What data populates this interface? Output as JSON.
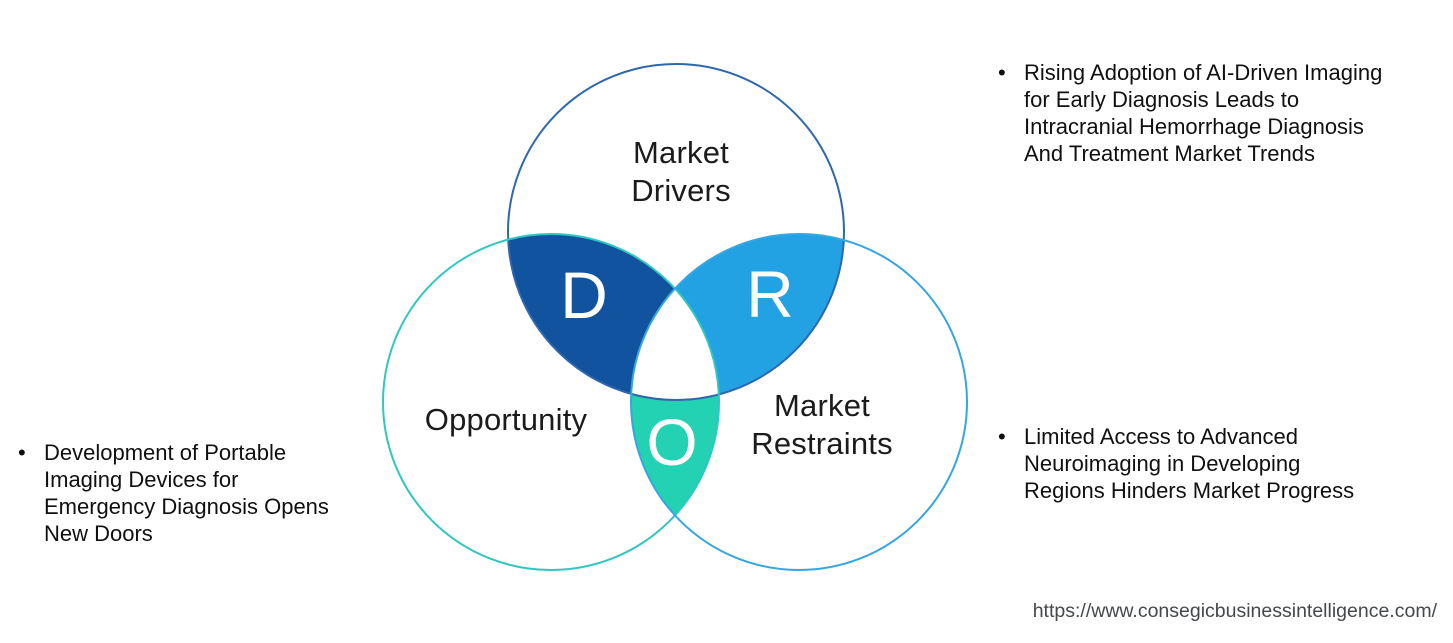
{
  "venn": {
    "letter_color": "#ffffff",
    "center_color": "#ffffff",
    "circles": [
      {
        "name": "market-drivers",
        "label_lines": [
          "Market",
          "Drivers"
        ],
        "stroke_color": "#2f67ad"
      },
      {
        "name": "opportunity",
        "label_lines": [
          "Opportunity"
        ],
        "stroke_color": "#2fc7bf"
      },
      {
        "name": "market-restraints",
        "label_lines": [
          "Market",
          "Restraints"
        ],
        "stroke_color": "#36a6e2"
      }
    ],
    "overlaps": [
      {
        "letter": "D",
        "color": "#12539f"
      },
      {
        "letter": "R",
        "color": "#23a2e3"
      },
      {
        "letter": "O",
        "color": "#23d2b2"
      }
    ]
  },
  "bullets": {
    "driver_note": {
      "marker": "•",
      "lines": [
        "Rising Adoption of AI-Driven Imaging",
        "for Early Diagnosis Leads to",
        "Intracranial Hemorrhage Diagnosis",
        "And Treatment Market Trends"
      ]
    },
    "opportunity_note": {
      "marker": "•",
      "lines": [
        "Development of Portable",
        "Imaging Devices for",
        "Emergency Diagnosis Opens",
        "New Doors"
      ]
    },
    "restraint_note": {
      "marker": "•",
      "lines": [
        "Limited Access to Advanced",
        "Neuroimaging in Developing",
        "Regions Hinders Market Progress"
      ]
    }
  },
  "footer": {
    "url": "https://www.consegicbusinessintelligence.com/"
  }
}
